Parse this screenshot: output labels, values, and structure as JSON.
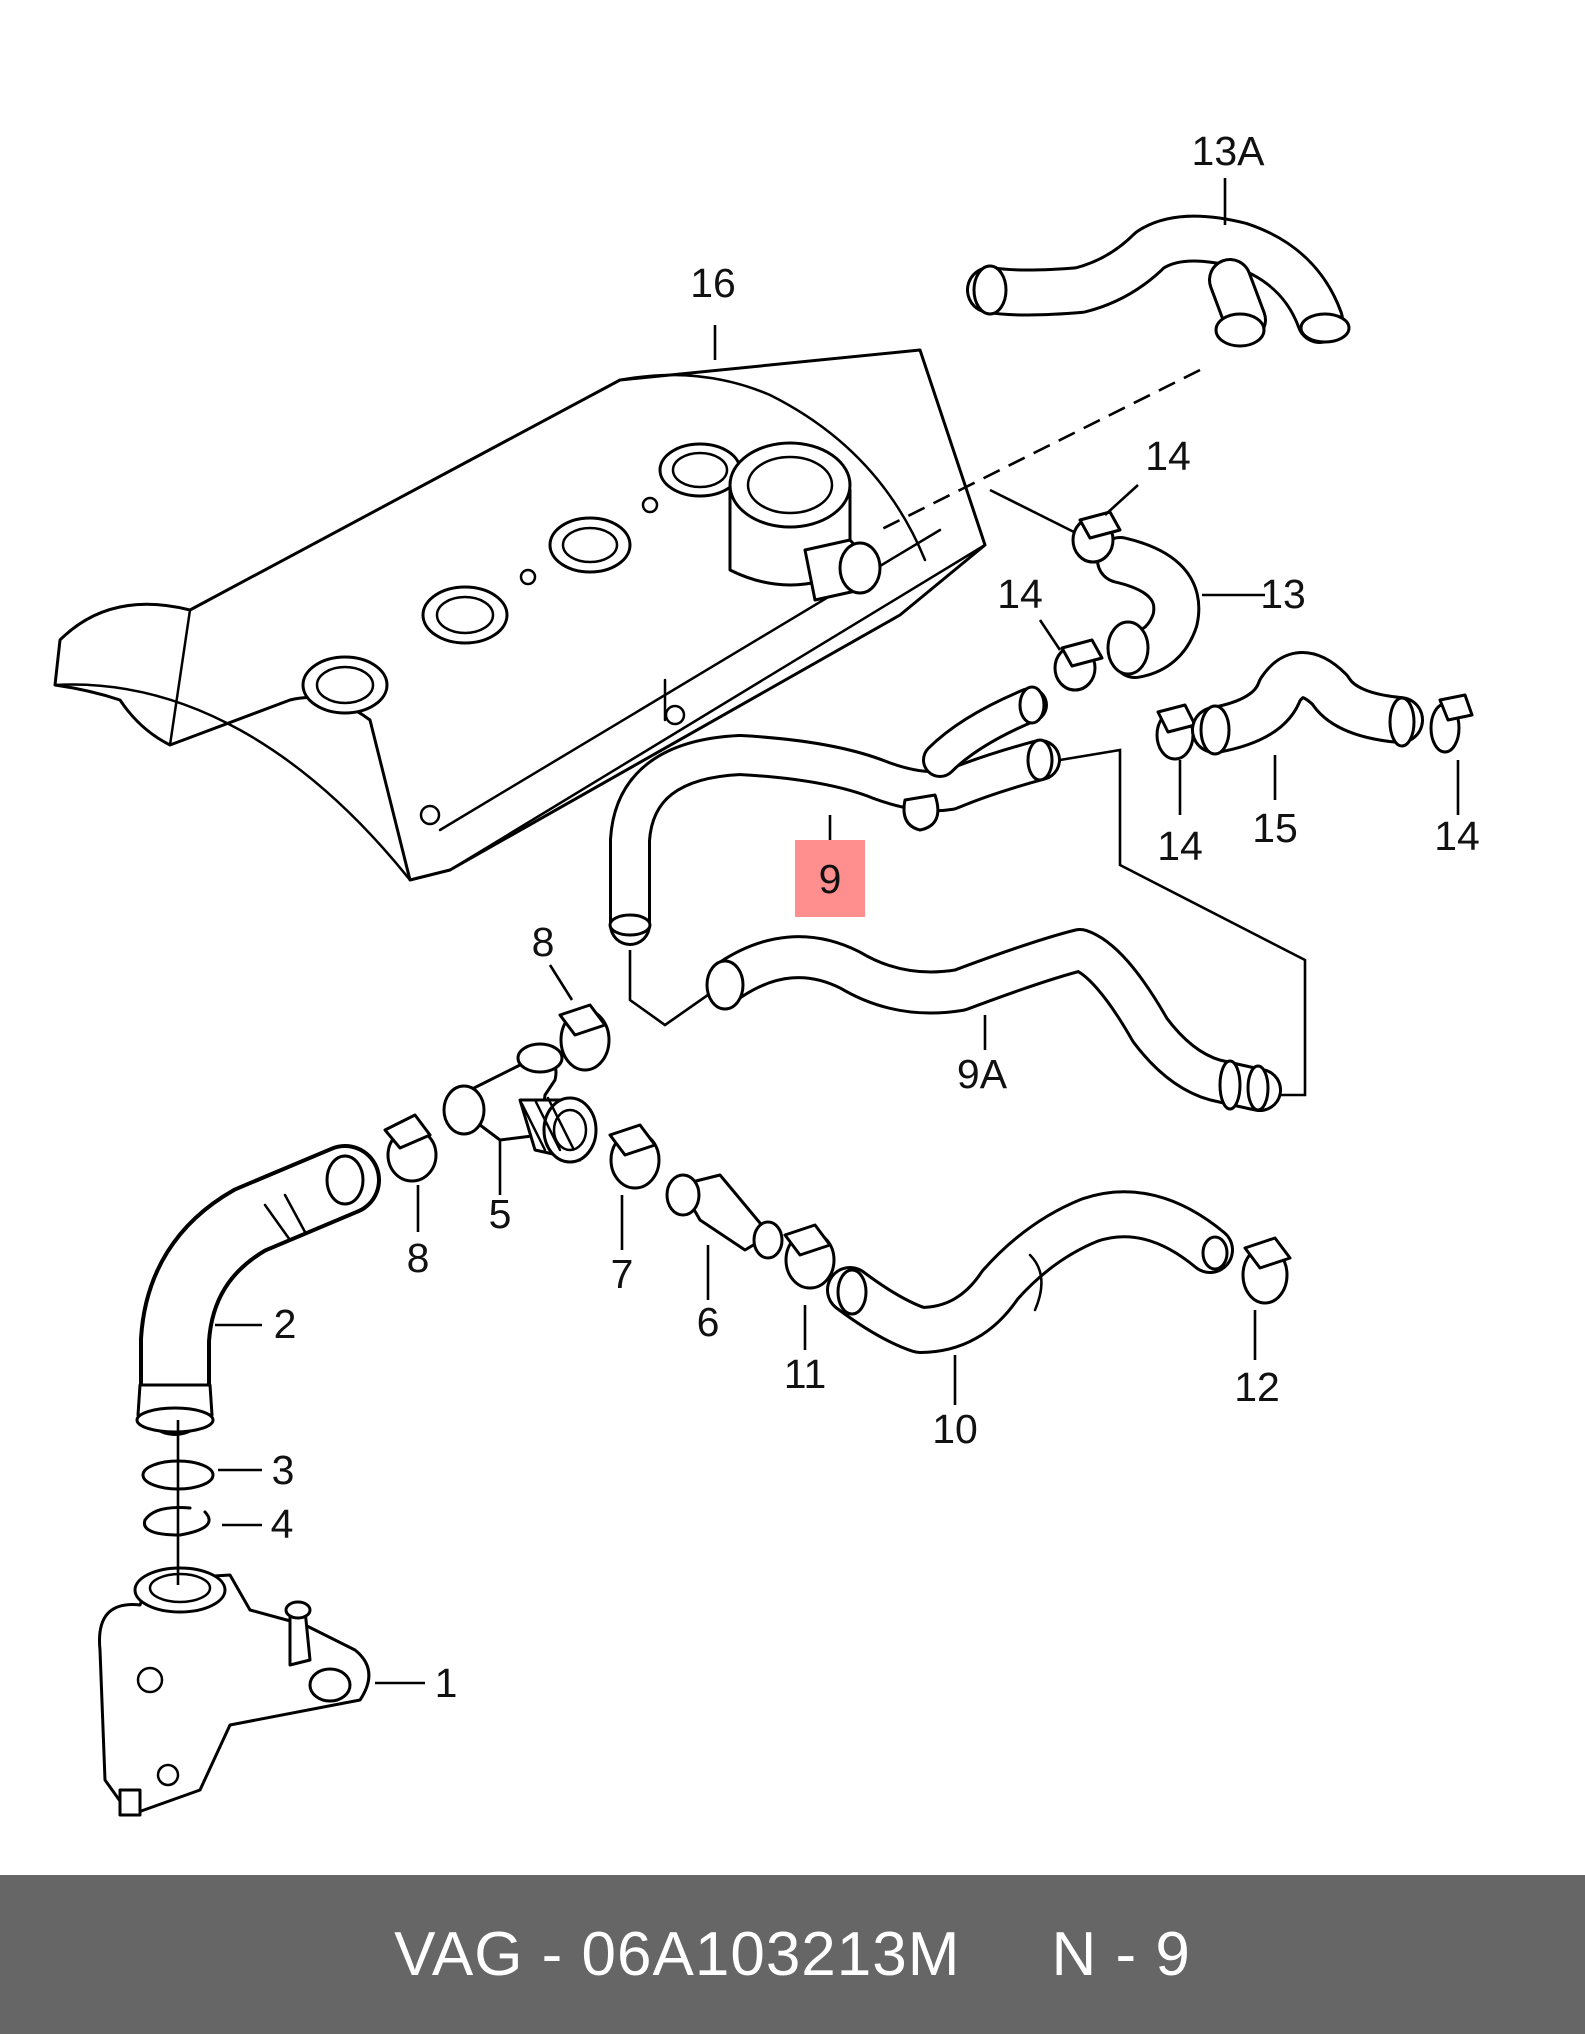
{
  "callouts": {
    "c1": "1",
    "c2": "2",
    "c3": "3",
    "c4": "4",
    "c5": "5",
    "c6": "6",
    "c7": "7",
    "c8a": "8",
    "c8b": "8",
    "c9": "9",
    "c9a": "9A",
    "c10": "10",
    "c11": "11",
    "c12": "12",
    "c13": "13",
    "c13a": "13A",
    "c14a": "14",
    "c14b": "14",
    "c14c": "14",
    "c14d": "14",
    "c15": "15",
    "c16": "16"
  },
  "highlight": {
    "label": "9",
    "color": "#ff8f8f"
  },
  "footer": {
    "brand": "VAG",
    "part_number": "06A103213M",
    "position": "N - 9",
    "text": "VAG - 06A103213M     N - 9"
  },
  "colors": {
    "footer_bg": "#666666",
    "footer_text": "#ffffff",
    "line_art": "#000000"
  }
}
